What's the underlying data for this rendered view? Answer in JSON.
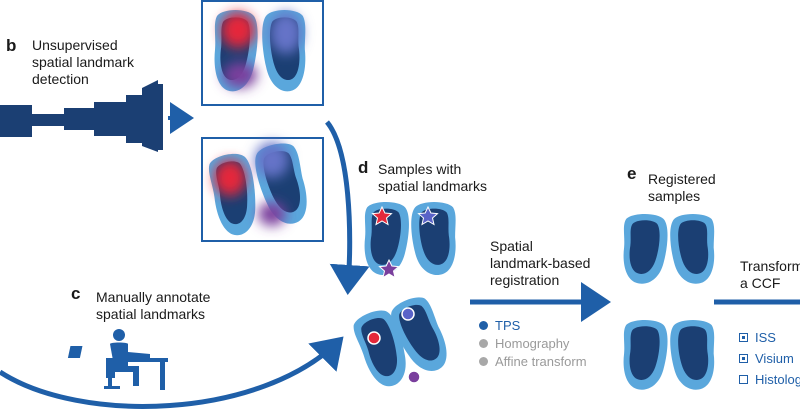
{
  "panel_b": {
    "letter": "b",
    "lines": [
      "Unsupervised",
      "spatial landmark",
      "detection"
    ]
  },
  "panel_c": {
    "letter": "c",
    "lines": [
      "Manually annotate",
      "spatial landmarks"
    ]
  },
  "panel_d": {
    "letter": "d",
    "lines": [
      "Samples with",
      "spatial landmarks"
    ]
  },
  "panel_e": {
    "letter": "e",
    "lines": [
      "Registered",
      "samples"
    ]
  },
  "registration_label": [
    "Spatial",
    "landmark-based",
    "registration"
  ],
  "transform_label": [
    "Transform",
    "a CCF"
  ],
  "methods_legend": [
    {
      "label": "TPS",
      "color": "#1f5fa8",
      "text_color": "#1f5fa8"
    },
    {
      "label": "Homography",
      "color": "#a8a8a8",
      "text_color": "#9a9a9a"
    },
    {
      "label": "Affine transform",
      "color": "#a8a8a8",
      "text_color": "#9a9a9a"
    }
  ],
  "ccf_legend": [
    {
      "label": "ISS",
      "state": "filled"
    },
    {
      "label": "Visium",
      "state": "filled"
    },
    {
      "label": "Histology",
      "state": "empty"
    }
  ],
  "colors": {
    "accent": "#1f5fa8",
    "dark_tissue": "#1b3f73",
    "light_tissue": "#5aa7dc",
    "landmark_red": "#e5283a",
    "landmark_purple": "#7a3f9d"
  },
  "icons": [
    "microscope-icon",
    "person-at-computer-icon",
    "star-landmark-icon",
    "circle-landmark-icon"
  ]
}
